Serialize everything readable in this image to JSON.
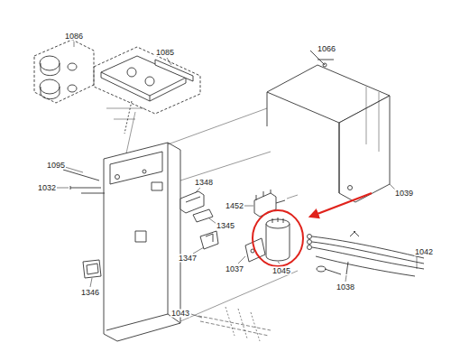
{
  "diagram": {
    "labels": [
      "1086",
      "1085",
      "1066",
      "1095",
      "1032",
      "1348",
      "1452",
      "1039",
      "1345",
      "1347",
      "1037",
      "1045",
      "1042",
      "1346",
      "1038",
      "1043"
    ]
  }
}
